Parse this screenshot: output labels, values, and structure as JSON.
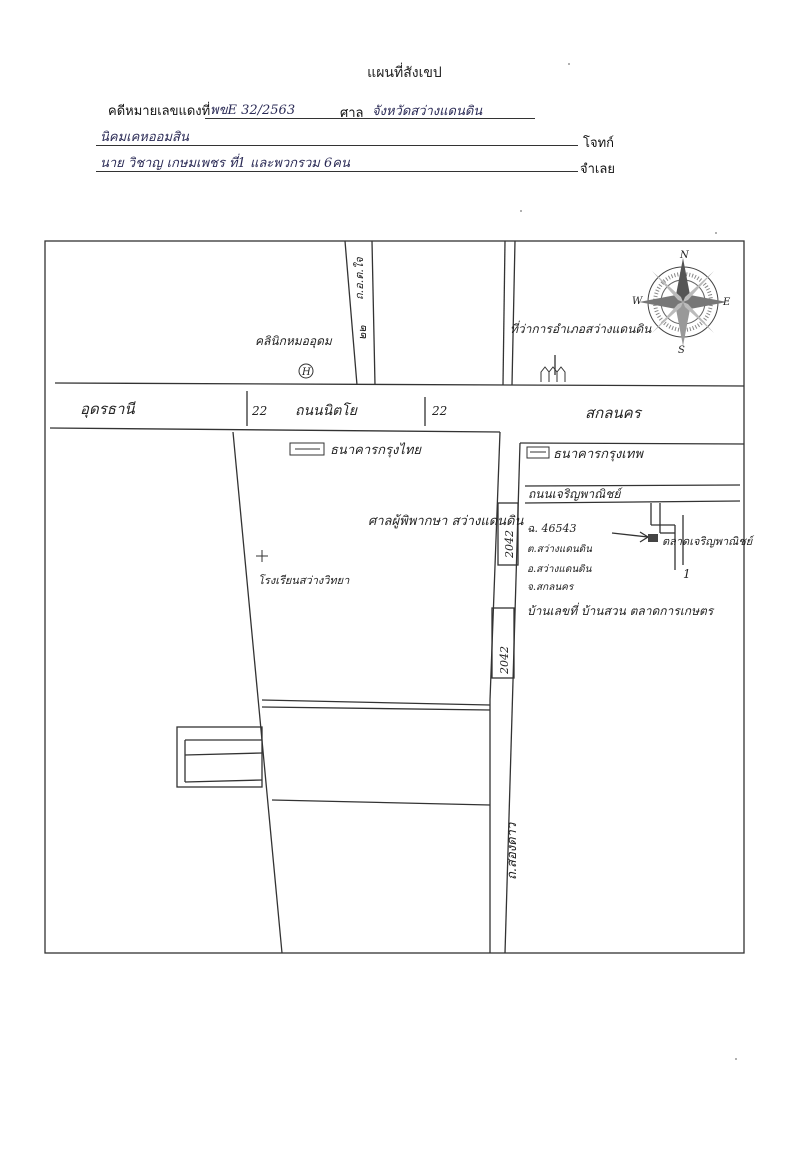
{
  "document": {
    "title": "แผนที่สังเขป",
    "case_label": "คดีหมายเลขแดงที่",
    "case_number": "พขE 32/2563",
    "court_label": "ศาล",
    "court_name": "จังหวัดสว่างแดนดิน",
    "plaintiff_name": "นิคมเคหออมสิน",
    "plaintiff_role": "โจทก์",
    "defendant_name": "นาย วิชาญ เกษมเพชร ที่1 และพวกรวม 6คน",
    "defendant_role": "จำเลย"
  },
  "map": {
    "road_west": "อุดรธานี",
    "road_main": "ถนนนิตโย",
    "road_east": "สกลนคร",
    "highway_number": "22",
    "hospital_label": "คลินิกหมออุดม",
    "hospital_symbol": "H",
    "district_office_label": "ที่ว่าการอำเภอสว่างแดนดิน",
    "bank1_label": "ธนาคารกรุงไทย",
    "bank2_label": "ธนาคารกรุงเทพ",
    "court_label": "ศาลผู้พิพากษา สว่างแดนดิน",
    "school_label": "โรงเรียนสว่างวิทยา",
    "road_commerce": "ถนนเจริญพาณิชย์",
    "route_2042": "2042",
    "route_2042b": "2042",
    "side_road_north": "ถ.อ.ต.ใจ",
    "side_road_north_num": "๒๒",
    "road_bottom": "ถ.สองดาว",
    "land_line1": "ฉ. 46543",
    "land_line2": "ต.สว่างแดนดิน",
    "land_line3": "อ.สว่างแดนดิน",
    "land_line4": "จ.สกลนคร",
    "land_line5": "บ้านเลขที่ บ้านสวน ตลาดการเกษตร",
    "property_label": "ตลาดเจริญพาณิชย์",
    "property_number": "1",
    "compass_n": "N",
    "compass_s": "S",
    "compass_e": "E",
    "compass_w": "W"
  }
}
